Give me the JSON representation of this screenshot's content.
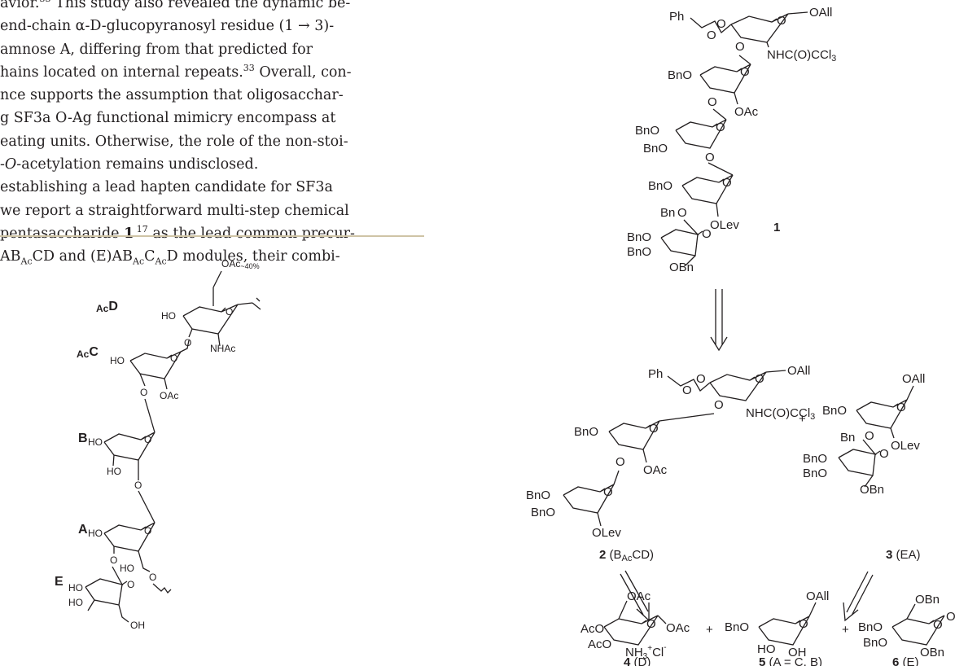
{
  "body_text": {
    "line1_a": "avior.",
    "line1_ref": "33",
    "line1_b": " This study also revealed the dynamic be-",
    "line2": " end-chain α-D-glucopyranosyl residue (1 → 3)-",
    "line3": "amnose A, differing from that predicted for",
    "line4_a": "hains located on internal repeats.",
    "line4_ref": "33",
    "line4_b": " Overall, con-",
    "line5": "nce supports the assumption that oligosacchar-",
    "line6": "g SF3a O-Ag functional mimicry encompass at",
    "line7": "eating units. Otherwise, the role of the non-stoi-",
    "line8_a": "-",
    "line8_italic": "O",
    "line8_b": "-acetylation remains undisclosed.",
    "line9": "establishing a lead hapten candidate for SF3a",
    "line10": "we report a straightforward multi-step chemical",
    "line11_a": "pentasaccharide ",
    "line11_bold": "1",
    "line11_ref": " 17",
    "line11_b": " as the lead common precur-",
    "line12_a": "AB",
    "line12_sub1": "Ac",
    "line12_b": "CD and (E)AB",
    "line12_sub2": "Ac",
    "line12_c": "C",
    "line12_sub3": "Ac",
    "line12_d": "D modules, their combi-"
  },
  "left_structure": {
    "residue_D_prefix": "Ac",
    "residue_D": "D",
    "residue_C_prefix": "Ac",
    "residue_C": "C",
    "residue_B": "B",
    "residue_A": "A",
    "residue_E": "E",
    "oac_40": "OAc",
    "oac_40_sub": "~40%",
    "nhac": "NHAc",
    "oac": "OAc",
    "ho": "HO",
    "oh": "OH",
    "o": "O"
  },
  "scheme": {
    "compound1": "1",
    "compound2_num": "2",
    "compound2_label_a": " (B",
    "compound2_label_sub": "Ac",
    "compound2_label_b": "CD)",
    "compound3_num": "3",
    "compound3_label": " (EA)",
    "compound4_num": "4",
    "compound4_label": " (D)",
    "compound5_num": "5",
    "compound5_label": " (A = C, B)",
    "compound6_num": "6",
    "compound6_label": " (E)",
    "plus": "+",
    "ph": "Ph",
    "oall": "OAll",
    "nhccl3": "NHC(O)CCl",
    "cl3_sub": "3",
    "bno": "BnO",
    "bn": "Bn",
    "oac": "OAc",
    "olev": "OLev",
    "obn": "OBn",
    "aco": "AcO",
    "nh3cl": "NH",
    "nh3_sub": "3",
    "nh3_sup": "+",
    "cl": "Cl",
    "cl_sup": "-",
    "ho": "HO",
    "oh": "OH",
    "o": "O"
  }
}
